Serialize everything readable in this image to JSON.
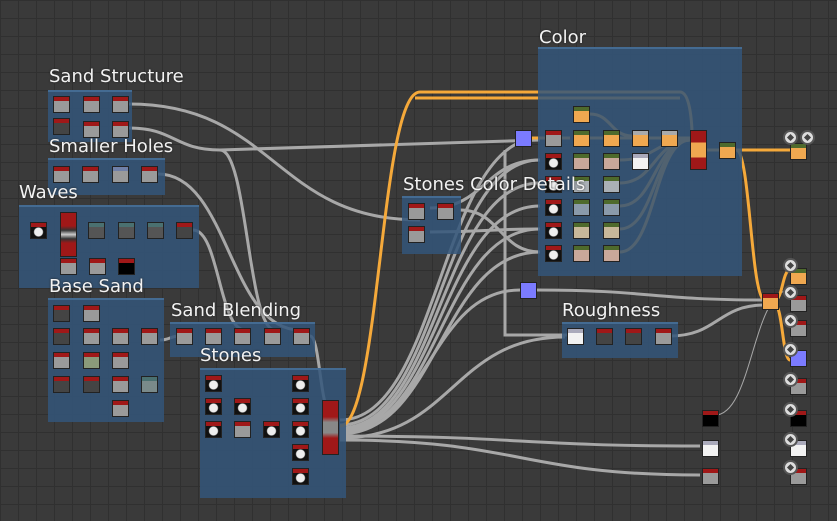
{
  "frames": {
    "sand_structure": "Sand Structure",
    "smaller_holes": "Smaller Holes",
    "waves": "Waves",
    "base_sand": "Base Sand",
    "sand_blending": "Sand Blending",
    "stones": "Stones",
    "stones_color_details": "Stones Color Details",
    "color": "Color",
    "roughness": "Roughness"
  },
  "colors": {
    "frame": "#34567a",
    "wire_grey": "#a8a8a8",
    "wire_orange": "#f5a93a",
    "node_header_red": "#a01818",
    "node_header_green": "#4e6a2c",
    "background": "#3a3a3a"
  },
  "output_icons": [
    "basecolor-output-icon",
    "checker-icon",
    "normal-output-icon",
    "height-output-icon",
    "roughness-output-icon",
    "metallic-output-icon",
    "ao-output-icon",
    "output-icon",
    "output-icon",
    "output-icon"
  ]
}
